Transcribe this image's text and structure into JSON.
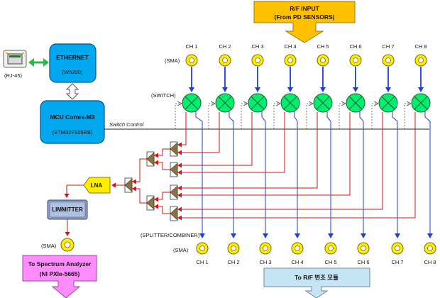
{
  "rf_input": {
    "line1": "R/F  INPUT",
    "line2": "(From  PD SENSORS)"
  },
  "rj45_label": "(RJ-45)",
  "ethernet": {
    "title": "ETHERNET",
    "sub": "(W5200)"
  },
  "mcu": {
    "title": "MCU Cortex-M3",
    "sub": "(STM32F105RB)"
  },
  "switch_control": "Switch Control",
  "sma_top_label": "(SMA)",
  "switch_label": "(SWITCH)",
  "splitter_label": "(SPLITTER/COMBINER)",
  "sma_bottom_label": "(SMA)",
  "sma_left_label": "(SMA)",
  "lna": "LNA",
  "limiter": "LIMMITTER",
  "channels_top": [
    "CH 1",
    "CH 2",
    "CH 3",
    "CH 4",
    "CH 5",
    "CH 6",
    "CH 7",
    "CH 8"
  ],
  "channels_bottom": [
    "CH 1",
    "CH 2",
    "CH 3",
    "CH 4",
    "CH 5",
    "CH 6",
    "CH 7",
    "CH 8"
  ],
  "spectrum": {
    "line1": "To  Spectrum Analyzer",
    "line2": "(NI  PXIe-5665)"
  },
  "to_rf": "To  R/F 변조 모듈",
  "colors": {
    "blue_box": "#00a8f0",
    "yellow": "#ffee00",
    "orange": "#ffc000",
    "pink": "#ff8cff",
    "light_blue": "#c5e5f5",
    "switch_green": "#00ee70",
    "rf_red": "#dd1111",
    "signal_blue": "#1e3ee0",
    "eth_green": "#22bb44"
  }
}
